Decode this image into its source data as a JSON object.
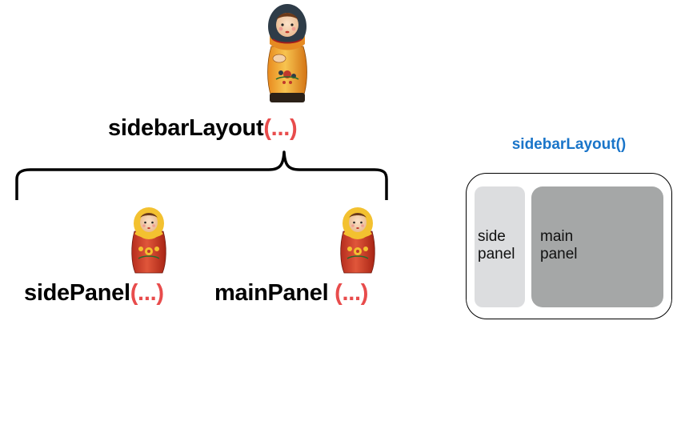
{
  "top": {
    "func": "sidebarLayout",
    "args": "(...)"
  },
  "children": [
    {
      "func": "sidePanel",
      "args": "(...)"
    },
    {
      "func": "mainPanel ",
      "args": "(...)"
    }
  ],
  "preview": {
    "title": "sidebarLayout()",
    "side_line1": "side",
    "side_line2": "panel",
    "main_line1": "main",
    "main_line2": "panel"
  },
  "icons": [
    "matryoshka-doll-icon",
    "brace-icon"
  ],
  "colors": {
    "args": "#e84c4c",
    "title": "#1a75c9",
    "side_panel": "#dcdddf",
    "main_panel": "#a5a7a7"
  }
}
